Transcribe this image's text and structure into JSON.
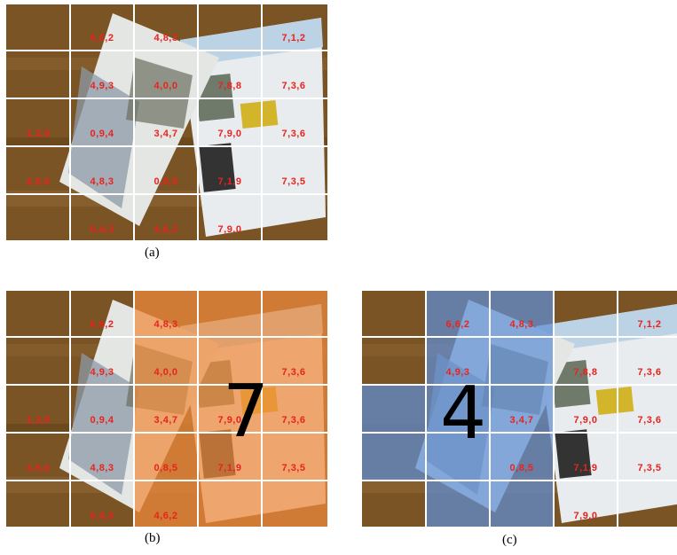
{
  "panels": {
    "a": {
      "caption": "(a)",
      "labels": [
        {
          "row": 0,
          "col": 1,
          "text": "6,6,2"
        },
        {
          "row": 0,
          "col": 2,
          "text": "4,8,3"
        },
        {
          "row": 0,
          "col": 4,
          "text": "7,1,2"
        },
        {
          "row": 1,
          "col": 1,
          "text": "4,9,3"
        },
        {
          "row": 1,
          "col": 2,
          "text": "4,0,0"
        },
        {
          "row": 1,
          "col": 3,
          "text": "7,8,8"
        },
        {
          "row": 1,
          "col": 4,
          "text": "7,3,6"
        },
        {
          "row": 2,
          "col": 0,
          "text": "1,3,9"
        },
        {
          "row": 2,
          "col": 1,
          "text": "0,9,4"
        },
        {
          "row": 2,
          "col": 2,
          "text": "3,4,7"
        },
        {
          "row": 2,
          "col": 3,
          "text": "7,9,0"
        },
        {
          "row": 2,
          "col": 4,
          "text": "7,3,6"
        },
        {
          "row": 3,
          "col": 0,
          "text": "4,5,6"
        },
        {
          "row": 3,
          "col": 1,
          "text": "4,8,3"
        },
        {
          "row": 3,
          "col": 2,
          "text": "0,8,5"
        },
        {
          "row": 3,
          "col": 3,
          "text": "7,1,9"
        },
        {
          "row": 3,
          "col": 4,
          "text": "7,3,5"
        },
        {
          "row": 4,
          "col": 1,
          "text": "0,4,3"
        },
        {
          "row": 4,
          "col": 2,
          "text": "4,6,2"
        },
        {
          "row": 4,
          "col": 3,
          "text": "7,9,0"
        }
      ]
    },
    "b": {
      "caption": "(b)",
      "digit": "7",
      "highlight_color": "#f08a3c",
      "labels": [
        {
          "row": 0,
          "col": 1,
          "text": "6,6,2"
        },
        {
          "row": 0,
          "col": 2,
          "text": "4,8,3"
        },
        {
          "row": 1,
          "col": 1,
          "text": "4,9,3"
        },
        {
          "row": 1,
          "col": 2,
          "text": "4,0,0"
        },
        {
          "row": 1,
          "col": 4,
          "text": "7,3,6"
        },
        {
          "row": 2,
          "col": 0,
          "text": "1,3,9"
        },
        {
          "row": 2,
          "col": 1,
          "text": "0,9,4"
        },
        {
          "row": 2,
          "col": 2,
          "text": "3,4,7"
        },
        {
          "row": 2,
          "col": 3,
          "text": "7,9,0"
        },
        {
          "row": 2,
          "col": 4,
          "text": "7,3,6"
        },
        {
          "row": 3,
          "col": 0,
          "text": "4,5,6"
        },
        {
          "row": 3,
          "col": 1,
          "text": "4,8,3"
        },
        {
          "row": 3,
          "col": 2,
          "text": "0,8,5"
        },
        {
          "row": 3,
          "col": 3,
          "text": "7,1,9"
        },
        {
          "row": 3,
          "col": 4,
          "text": "7,3,5"
        },
        {
          "row": 4,
          "col": 1,
          "text": "0,4,3"
        },
        {
          "row": 4,
          "col": 2,
          "text": "4,6,2"
        }
      ]
    },
    "c": {
      "caption": "(c)",
      "digit": "4",
      "highlight_color": "#5f8fd6",
      "labels": [
        {
          "row": 0,
          "col": 1,
          "text": "6,6,2"
        },
        {
          "row": 0,
          "col": 2,
          "text": "4,8,3"
        },
        {
          "row": 0,
          "col": 4,
          "text": "7,1,2"
        },
        {
          "row": 1,
          "col": 1,
          "text": "4,9,3"
        },
        {
          "row": 1,
          "col": 3,
          "text": "7,8,8"
        },
        {
          "row": 1,
          "col": 4,
          "text": "7,3,6"
        },
        {
          "row": 2,
          "col": 2,
          "text": "3,4,7"
        },
        {
          "row": 2,
          "col": 3,
          "text": "7,9,0"
        },
        {
          "row": 2,
          "col": 4,
          "text": "7,3,6"
        },
        {
          "row": 3,
          "col": 2,
          "text": "0,8,5"
        },
        {
          "row": 3,
          "col": 3,
          "text": "7,1,9"
        },
        {
          "row": 3,
          "col": 4,
          "text": "7,3,5"
        },
        {
          "row": 4,
          "col": 3,
          "text": "7,9,0"
        }
      ]
    }
  }
}
